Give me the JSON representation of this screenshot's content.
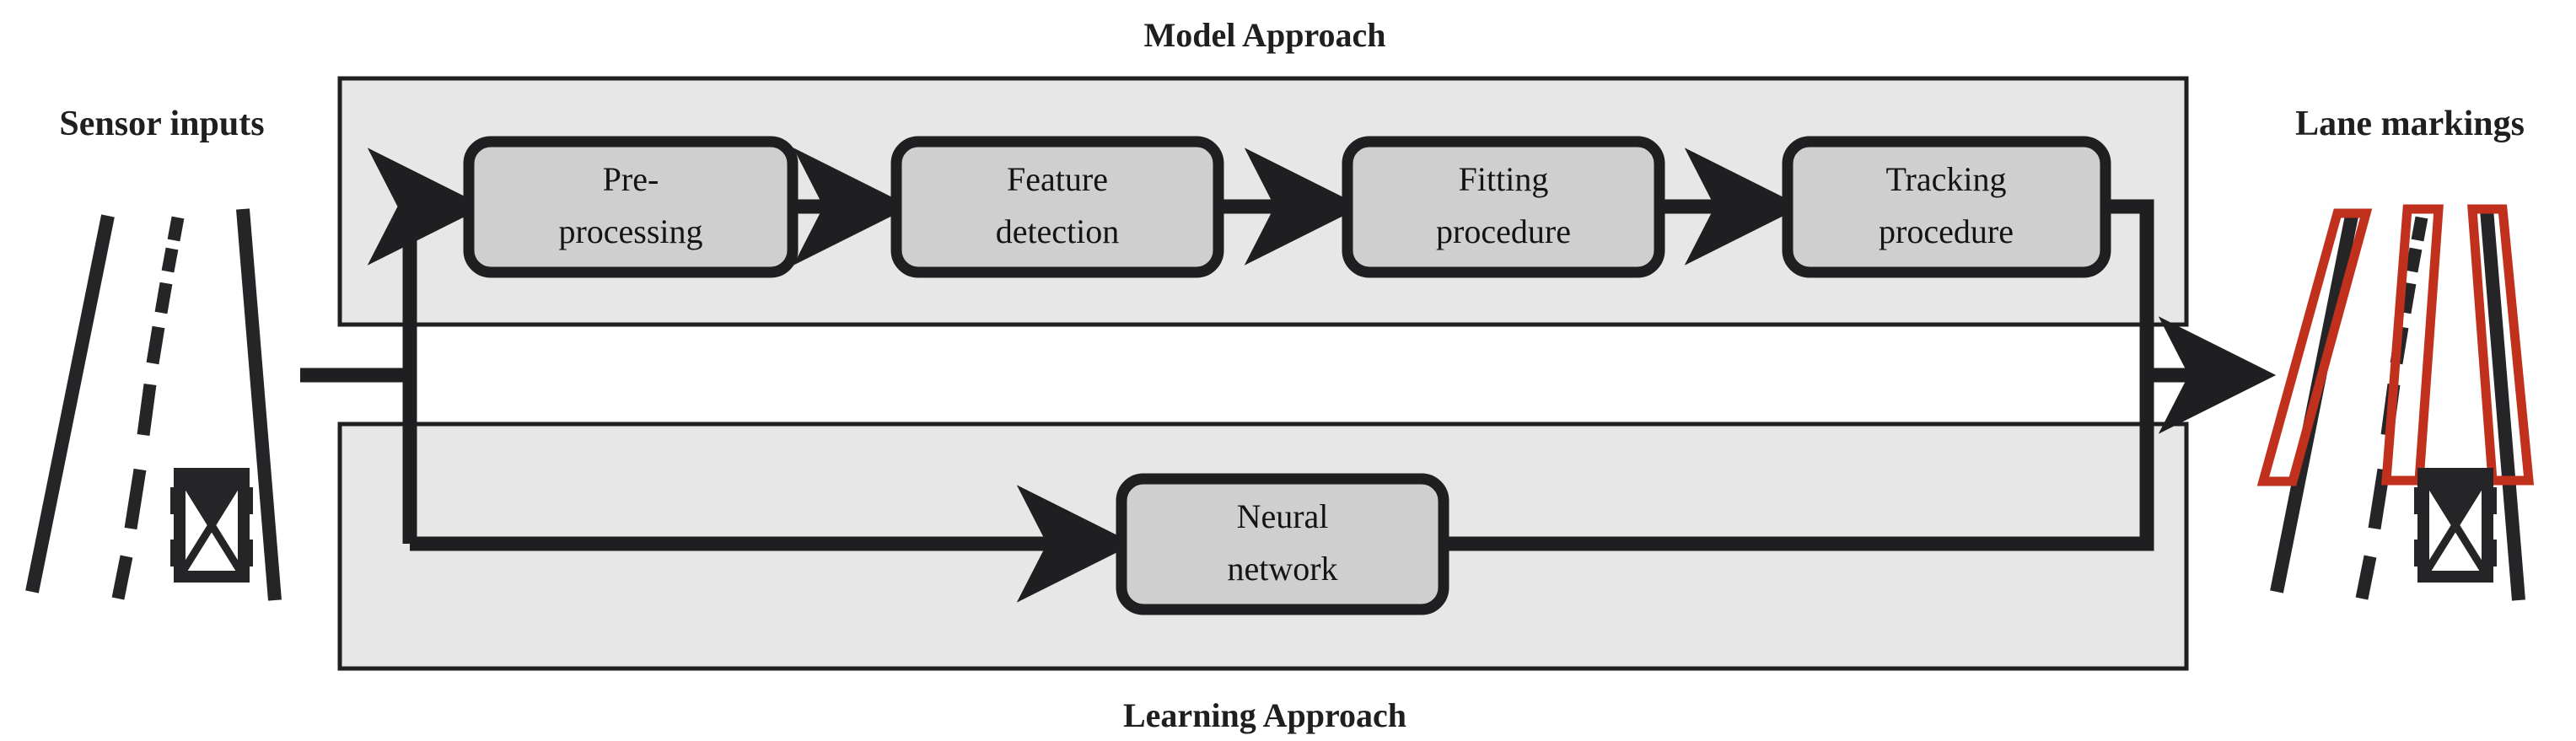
{
  "figure": {
    "kind": "block-diagram",
    "title_top": "Model Approach",
    "title_bottom": "Learning Approach",
    "input_label": "Sensor inputs",
    "output_label": "Lane markings"
  },
  "colors": {
    "ink": "#1f1f22",
    "panel_fill": "#e7e7e7",
    "panel_stroke": "#1f1f22",
    "box_fill": "#cfcfcf",
    "box_stroke": "#1f1f22",
    "lane_dark": "#252528",
    "detection_red": "#c0301c",
    "background": "#ffffff"
  },
  "model_pipeline": {
    "panel_name": "Model Approach",
    "blocks": [
      {
        "id": "pre-processing",
        "line1": "Pre-",
        "line2": "processing"
      },
      {
        "id": "feature-detection",
        "line1": "Feature",
        "line2": "detection"
      },
      {
        "id": "fitting-procedure",
        "line1": "Fitting",
        "line2": "procedure"
      },
      {
        "id": "tracking-procedure",
        "line1": "Tracking",
        "line2": "procedure"
      }
    ]
  },
  "learning_pipeline": {
    "panel_name": "Learning Approach",
    "blocks": [
      {
        "id": "neural-network",
        "line1": "Neural",
        "line2": "network"
      }
    ]
  },
  "input_scene": {
    "name": "sensor-input-road-scene",
    "elements": [
      "left-solid-lane-line",
      "center-dashed-lane-line",
      "right-solid-lane-line",
      "ego-vehicle"
    ]
  },
  "output_scene": {
    "name": "lane-markings-road-scene",
    "elements": [
      "left-solid-lane-line",
      "center-dashed-lane-line",
      "right-solid-lane-line",
      "ego-vehicle",
      "left-detection-outline",
      "center-detection-outline",
      "right-detection-outline"
    ]
  }
}
